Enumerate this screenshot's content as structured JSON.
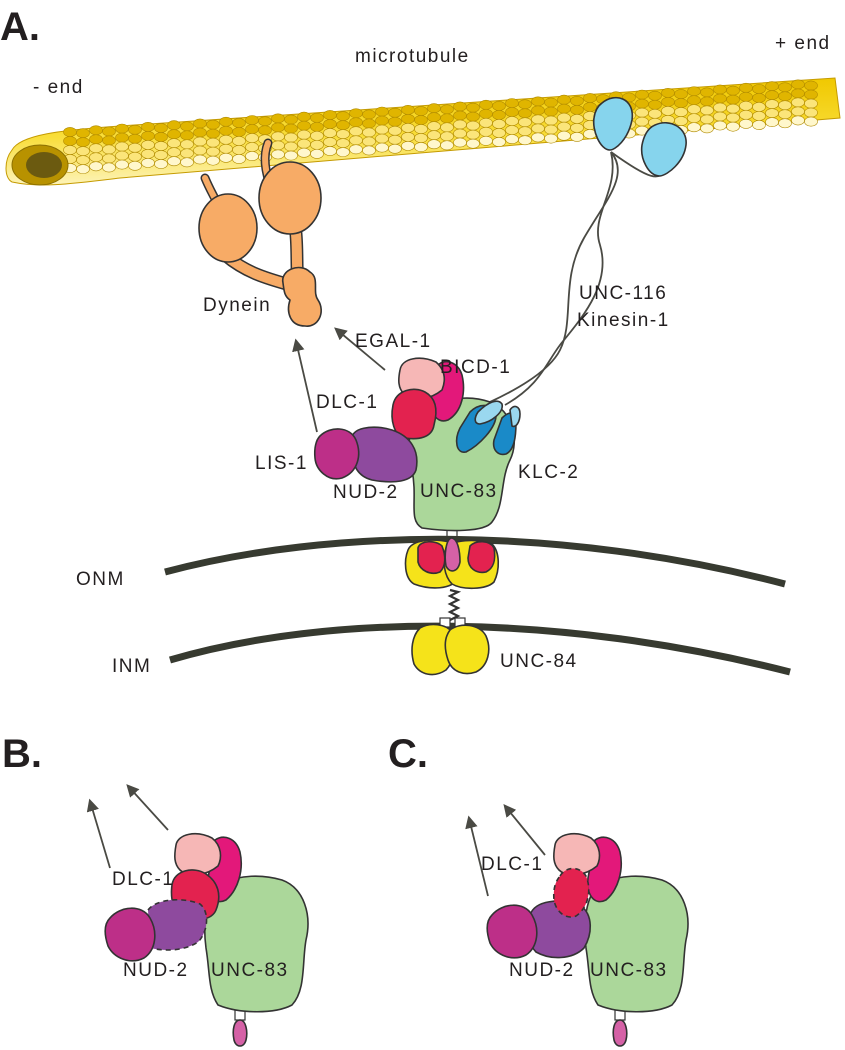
{
  "colors": {
    "microtubule_light": "#fbe57a",
    "microtubule_dark": "#e0b500",
    "dynein": "#f7ab66",
    "kinesin_head": "#86d4ed",
    "klc": "#1a8ac8",
    "unc83": "#abd79a",
    "unc84": "#f5e31a",
    "lis1": "#bd2f88",
    "nud2": "#8e4a9e",
    "dlc1": "#e3224f",
    "bicd1": "#e3187a",
    "egal1": "#f6b7b6",
    "membrane": "#373a30"
  },
  "panels": {
    "a": "A.",
    "b": "B.",
    "c": "C."
  },
  "panel_a": {
    "microtubule": "microtubule",
    "minus_end": "- end",
    "plus_end": "+ end",
    "dynein": "Dynein",
    "kinesin_line1": "UNC-116",
    "kinesin_line2": "Kinesin-1",
    "egal1": "EGAL-1",
    "bicd1": "BICD-1",
    "dlc1": "DLC-1",
    "lis1": "LIS-1",
    "klc2": "KLC-2",
    "nud2": "NUD-2",
    "unc83": "UNC-83",
    "onm": "ONM",
    "inm": "INM",
    "unc84": "UNC-84"
  },
  "panel_b": {
    "dlc1": "DLC-1",
    "nud2": "NUD-2",
    "unc83": "UNC-83"
  },
  "panel_c": {
    "dlc1": "DLC-1",
    "nud2": "NUD-2",
    "unc83": "UNC-83"
  }
}
